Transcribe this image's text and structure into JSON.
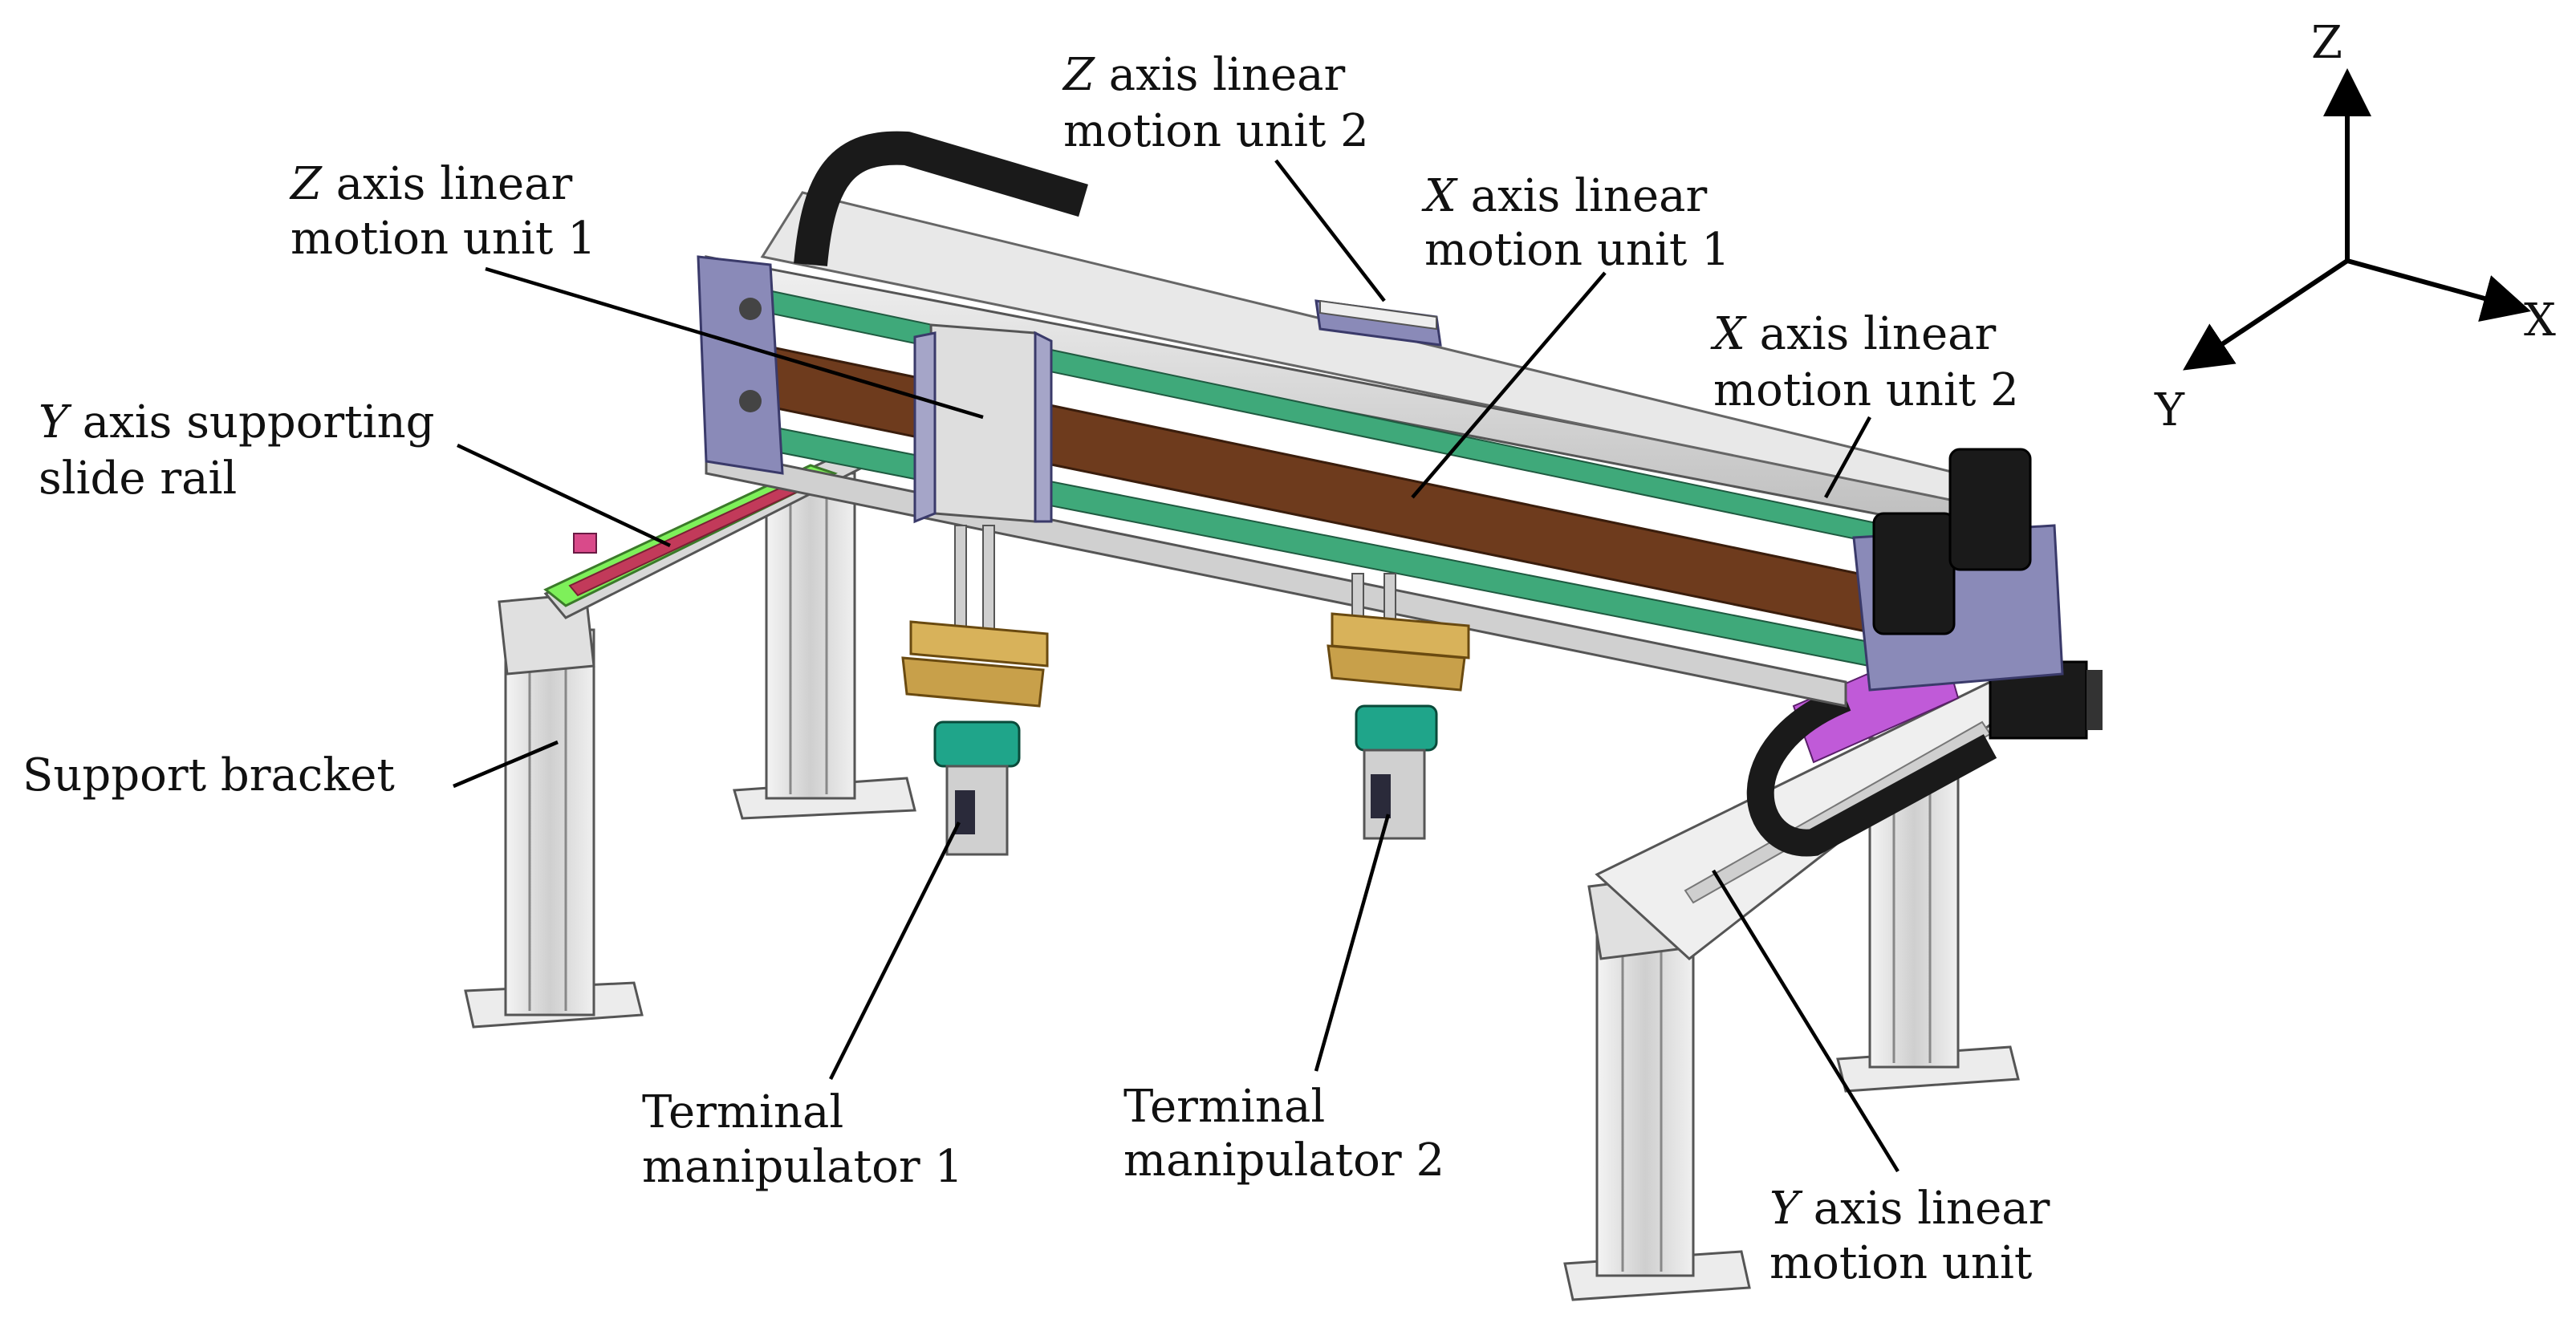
{
  "labels": {
    "z_unit1": {
      "axis": "Z",
      "line1_rest": " axis linear",
      "line2": "motion unit 1"
    },
    "z_unit2": {
      "axis": "Z",
      "line1_rest": " axis linear",
      "line2": "motion unit 2"
    },
    "x_unit1": {
      "axis": "X",
      "line1_rest": " axis linear",
      "line2": "motion unit 1"
    },
    "x_unit2": {
      "axis": "X",
      "line1_rest": " axis linear",
      "line2": "motion unit 2"
    },
    "y_rail": {
      "axis": "Y",
      "line1_rest": " axis supporting",
      "line2": "slide rail"
    },
    "support": {
      "line1": "Support bracket"
    },
    "term1": {
      "line1": "Terminal",
      "line2": "manipulator 1"
    },
    "term2": {
      "line1": "Terminal",
      "line2": "manipulator 2"
    },
    "y_unit": {
      "axis": "Y",
      "line1_rest": " axis linear",
      "line2": "motion unit"
    }
  },
  "axes": {
    "z": "Z",
    "x": "X",
    "y": "Y"
  },
  "colors": {
    "frame": "#e6e6e6",
    "frame_edge": "#6b6b6b",
    "rail_green": "#3fa97a",
    "belt_brown": "#6e3b1d",
    "bracket_purple": "#8a8ab8",
    "motor_black": "#1a1a1a",
    "slide_green": "#7ef05a",
    "slide_red": "#c23a5a",
    "gripper_gold": "#d8b25a",
    "coupling_teal": "#1fa58a"
  }
}
